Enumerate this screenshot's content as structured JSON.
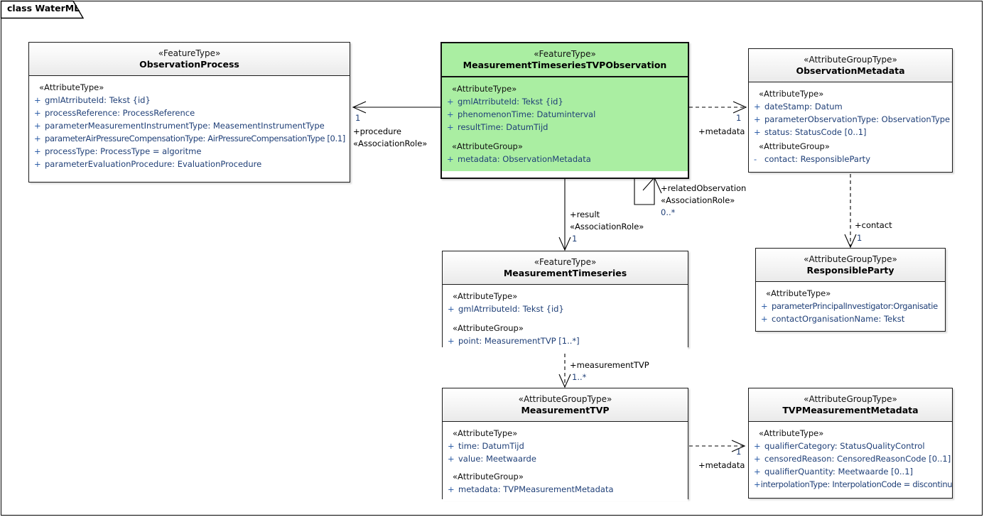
{
  "diagram": {
    "frame_label": "class WaterML",
    "accent_green": "#aaeea2",
    "attr_text_color": "#1f3f77"
  },
  "classes": {
    "observation_process": {
      "stereotype": "«FeatureType»",
      "name": "ObservationProcess",
      "groups": [
        {
          "label": "«AttributeType»",
          "attributes": [
            {
              "vis": "+",
              "text": "gmlAtrributeId: Tekst {id}"
            },
            {
              "vis": "+",
              "text": "processReference: ProcessReference"
            },
            {
              "vis": "+",
              "text": "parameterMeasurementInstrumentType: MeasementInstrumentType"
            },
            {
              "vis": "+",
              "text": "parameterAirPressureCompensationType: AirPressureCompensationType [0.1]"
            },
            {
              "vis": "+",
              "text": "processType: ProcessType = algoritme"
            },
            {
              "vis": "+",
              "text": "parameterEvaluationProcedure: EvaluationProcedure"
            }
          ]
        }
      ]
    },
    "mts_tvp_observation": {
      "stereotype": "«FeatureType»",
      "name": "MeasurementTimeseriesTVPObservation",
      "groups": [
        {
          "label": "«AttributeType»",
          "attributes": [
            {
              "vis": "+",
              "text": "gmlAtrributeId: Tekst {id}"
            },
            {
              "vis": "+",
              "text": "phenomenonTime: Datuminterval"
            },
            {
              "vis": "+",
              "text": "resultTime: DatumTijd"
            }
          ]
        },
        {
          "label": "«AttributeGroup»",
          "attributes": [
            {
              "vis": "+",
              "text": "metadata: ObservationMetadata"
            }
          ]
        }
      ]
    },
    "observation_metadata": {
      "stereotype": "«AttributeGroupType»",
      "name": "ObservationMetadata",
      "groups": [
        {
          "label": "«AttributeType»",
          "attributes": [
            {
              "vis": "+",
              "text": "dateStamp: Datum"
            },
            {
              "vis": "+",
              "text": "parameterObservationType: ObservationType"
            },
            {
              "vis": "+",
              "text": "status: StatusCode [0..1]"
            }
          ]
        },
        {
          "label": "«AttributeGroup»",
          "attributes": [
            {
              "vis": "-",
              "text": "contact: ResponsibleParty"
            }
          ]
        }
      ]
    },
    "measurement_timeseries": {
      "stereotype": "«FeatureType»",
      "name": "MeasurementTimeseries",
      "groups": [
        {
          "label": "«AttributeType»",
          "attributes": [
            {
              "vis": "+",
              "text": "gmlAtrributeId: Tekst {id}"
            }
          ]
        },
        {
          "label": "«AttributeGroup»",
          "attributes": [
            {
              "vis": "+",
              "text": "point: MeasurementTVP [1..*]"
            }
          ]
        }
      ]
    },
    "responsible_party": {
      "stereotype": "«AttributeGroupType»",
      "name": "ResponsibleParty",
      "groups": [
        {
          "label": "«AttributeType»",
          "attributes": [
            {
              "vis": "+",
              "text": "parameterPrincipalInvestigator:Organisatie"
            },
            {
              "vis": "+",
              "text": "contactOrganisationName: Tekst"
            }
          ]
        }
      ]
    },
    "measurement_tvp": {
      "stereotype": "«AttributeGroupType»",
      "name": "MeasurementTVP",
      "groups": [
        {
          "label": "«AttributeType»",
          "attributes": [
            {
              "vis": "+",
              "text": "time: DatumTijd"
            },
            {
              "vis": "+",
              "text": "value: Meetwaarde"
            }
          ]
        },
        {
          "label": "«AttributeGroup»",
          "attributes": [
            {
              "vis": "+",
              "text": "metadata: TVPMeasurementMetadata"
            }
          ]
        }
      ]
    },
    "tvp_measurement_metadata": {
      "stereotype": "«AttributeGroupType»",
      "name": "TVPMeasurementMetadata",
      "groups": [
        {
          "label": "«AttributeType»",
          "attributes": [
            {
              "vis": "+",
              "text": "qualifierCategory: StatusQualityControl"
            },
            {
              "vis": "+",
              "text": "censoredReason: CensoredReasonCode [0..1]"
            },
            {
              "vis": "+",
              "text": "qualifierQuantity: Meetwaarde [0..1]"
            },
            {
              "vis": "+",
              "text": "interpolationType: InterpolationCode = discontinu"
            }
          ]
        }
      ]
    }
  },
  "connectors": {
    "procedure": {
      "multiplicity": "1",
      "role": "+procedure",
      "stereotype": "«AssociationRole»"
    },
    "metadata_observation": {
      "multiplicity": "1",
      "role": "+metadata"
    },
    "related_observation": {
      "role": "+relatedObservation",
      "stereotype": "«AssociationRole»",
      "multiplicity": "0..*"
    },
    "result": {
      "role": "+result",
      "stereotype": "«AssociationRole»",
      "multiplicity": "1"
    },
    "contact": {
      "role": "+contact",
      "multiplicity": "1"
    },
    "measurement_tvp": {
      "role": "+measurementTVP",
      "multiplicity": "1..*"
    },
    "metadata_tvp": {
      "multiplicity": "1",
      "role": "+metadata"
    }
  }
}
